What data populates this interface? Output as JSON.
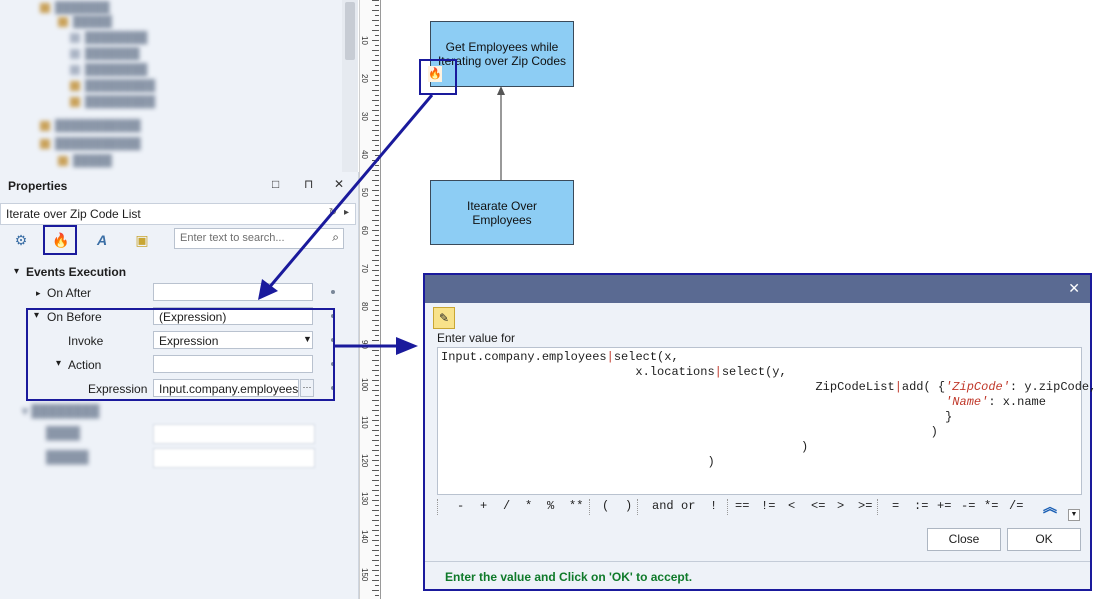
{
  "properties_panel": {
    "title": "Properties",
    "header_icons": {
      "restore": "□",
      "pin": "⊓",
      "close": "✕"
    },
    "object_selector": "Iterate over Zip Code List",
    "search_placeholder": "Enter text to search...",
    "toolbar_icons": [
      "gear-icon",
      "flame-icon",
      "text-style-icon",
      "add-property-icon"
    ],
    "category": "Events Execution",
    "rows": [
      {
        "label": "On After",
        "value": ""
      },
      {
        "label": "On Before",
        "value": "(Expression)"
      },
      {
        "label": "Invoke",
        "value": "Expression"
      },
      {
        "label": "Action",
        "value": ""
      },
      {
        "label": "Expression",
        "value": "Input.company.employees|"
      }
    ]
  },
  "diagram": {
    "nodes": [
      {
        "label": "Get Employees while Iterating over Zip Codes"
      },
      {
        "label": "Itearate Over Employees"
      }
    ]
  },
  "ruler": {
    "numbers": [
      "10",
      "20",
      "30",
      "40",
      "50",
      "60",
      "70",
      "80",
      "90",
      "100",
      "110",
      "120",
      "130",
      "140",
      "150"
    ]
  },
  "dialog": {
    "close": "✕",
    "label": "Enter value for",
    "code_lines": [
      [
        {
          "t": "Input.company.employees"
        },
        {
          "t": "|",
          "c": "pipe"
        },
        {
          "t": "select(x,"
        }
      ],
      [
        {
          "t": "                           x.locations"
        },
        {
          "t": "|",
          "c": "pipe"
        },
        {
          "t": "select(y,"
        }
      ],
      [
        {
          "t": "                                                    ZipCodeList"
        },
        {
          "t": "|",
          "c": "pipe"
        },
        {
          "t": "add( {"
        },
        {
          "t": "'ZipCode'",
          "c": "str"
        },
        {
          "t": ": y.zipCode,"
        }
      ],
      [
        {
          "t": "                                                                      "
        },
        {
          "t": "'Name'",
          "c": "str"
        },
        {
          "t": ": x.name"
        }
      ],
      [
        {
          "t": "                                                                      }"
        }
      ],
      [
        {
          "t": "                                                                    )"
        }
      ],
      [
        {
          "t": "                                                  )"
        }
      ],
      [
        {
          "t": "                                     )"
        }
      ]
    ],
    "operators": [
      "-",
      "+",
      "/",
      "*",
      "%",
      "**",
      "(",
      ")",
      "and",
      "or",
      "!",
      "==",
      "!=",
      "<",
      "<=",
      ">",
      ">=",
      "=",
      ":=",
      "+=",
      "-=",
      "*=",
      "/="
    ],
    "close_button": "Close",
    "ok_button": "OK",
    "status": "Enter the value and Click on 'OK' to accept."
  },
  "colors": {
    "highlight": "#1a1a9c",
    "node_fill": "#8dcdf4",
    "dialog_title": "#5a6a92",
    "status_text": "#0f7a2a"
  }
}
